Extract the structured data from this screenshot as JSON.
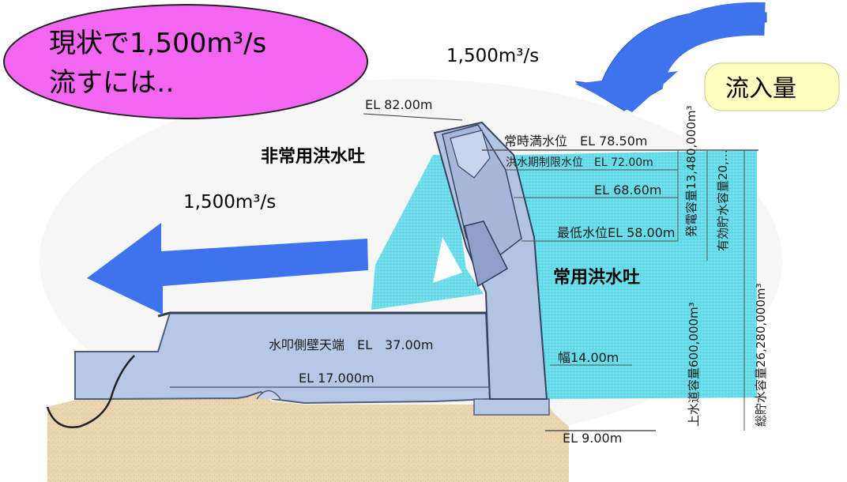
{
  "callout": {
    "line1": "現状で1,500m³/s",
    "line2": "流すには‥"
  },
  "inflow_label": "流入量",
  "inflow_rate": "1,500m³/s",
  "outflow_rate": "1,500m³/s",
  "emergency_spillway": "非常用洪水吐",
  "regular_spillway": "常用洪水吐",
  "elevations": {
    "crest": "EL 82.00m",
    "normal_full": "常時満水位　EL 78.50m",
    "flood_limit": "洪水期制限水位　EL 72.00m",
    "el_68_6": "EL 68.60m",
    "min_level": "最低水位EL 58.00m",
    "apron_wall_top": "水叩側壁天端　EL　37.00m",
    "el_17": "EL 17.000m",
    "el_9": "EL 9.00m",
    "width": "幅14.00m"
  },
  "volumes": {
    "power_capacity": "発電容量13,480,000m³",
    "effective_storage": "有効貯水容量20,…",
    "water_supply": "上水道容量600,000m³",
    "total_storage": "総貯水容量26,280,000m³"
  },
  "colors": {
    "callout_fill": "#f266f0",
    "inflow_label_fill": "#ffffc2",
    "arrow_blue": "#3f73ee",
    "reservoir_cyan": "#63dcea",
    "dam_body": "#b3c4e3",
    "ground": "#e8d3ae"
  }
}
